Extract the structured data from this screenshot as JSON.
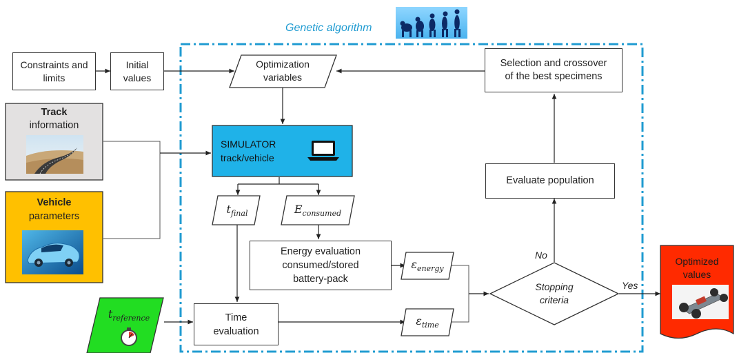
{
  "title": "Genetic algorithm",
  "nodes": {
    "constraints": [
      "Constraints and",
      "limits"
    ],
    "initial": [
      "Initial",
      "values"
    ],
    "optimization": [
      "Optimization",
      "variables"
    ],
    "selection": [
      "Selection and crossover",
      "of the best specimens"
    ],
    "track": {
      "bold": "Track",
      "text": "information"
    },
    "vehicle": {
      "bold": "Vehicle",
      "text": "parameters"
    },
    "simulator": [
      "SIMULATOR",
      "track/vehicle"
    ],
    "evaluate": "Evaluate population",
    "energy": [
      "Energy evaluation",
      "consumed/stored",
      "battery-pack"
    ],
    "time_eval": [
      "Time",
      "evaluation"
    ],
    "stopping": [
      "Stopping",
      "criteria"
    ],
    "optimized": [
      "Optimized",
      "values"
    ]
  },
  "symbols": {
    "t_final": {
      "base": "t",
      "sub": "final"
    },
    "e_consumed": {
      "base": "E",
      "sub": "consumed"
    },
    "eps_energy": {
      "base": "ε",
      "sub": "energy"
    },
    "eps_time": {
      "base": "ε",
      "sub": "time"
    },
    "t_reference": {
      "base": "t",
      "sub": "reference"
    }
  },
  "edges": {
    "no": "No",
    "yes": "Yes"
  },
  "colors": {
    "ga_border": "#1f9bd1",
    "simulator_fill": "#1fb2e8",
    "track_fill": "#e3e1e1",
    "vehicle_fill": "#ffc000",
    "reference_fill": "#22dd22",
    "optimized_fill": "#ff2a00"
  },
  "icons": [
    "evolution-icon",
    "laptop-icon",
    "stopwatch-icon",
    "road-photo",
    "car-photo",
    "chassis-photo"
  ]
}
